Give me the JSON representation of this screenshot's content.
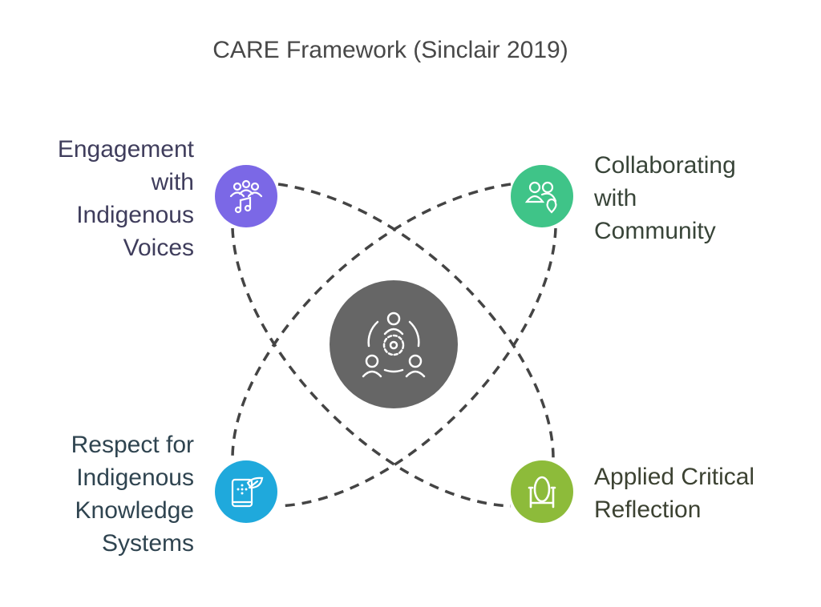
{
  "title": "CARE Framework (Sinclair 2019)",
  "center": {
    "icon": "community-collaboration-gear-icon",
    "color": "#666666"
  },
  "nodes": [
    {
      "label": "Engagement with Indigenous Voices",
      "lines": "Engagement\nwith\nIndigenous\nVoices",
      "icon": "people-music-icon",
      "color": "#7B68E6"
    },
    {
      "label": "Collaborating with Community",
      "lines": "Collaborating\nwith\nCommunity",
      "icon": "people-location-icon",
      "color": "#3FC488"
    },
    {
      "label": "Respect for Indigenous Knowledge Systems",
      "lines": "Respect for\nIndigenous\nKnowledge\nSystems",
      "icon": "book-leaf-icon",
      "color": "#1FA9DC"
    },
    {
      "label": "Applied Critical Reflection",
      "lines": "Applied Critical\nReflection",
      "icon": "mirror-icon",
      "color": "#8DBB3A"
    }
  ]
}
